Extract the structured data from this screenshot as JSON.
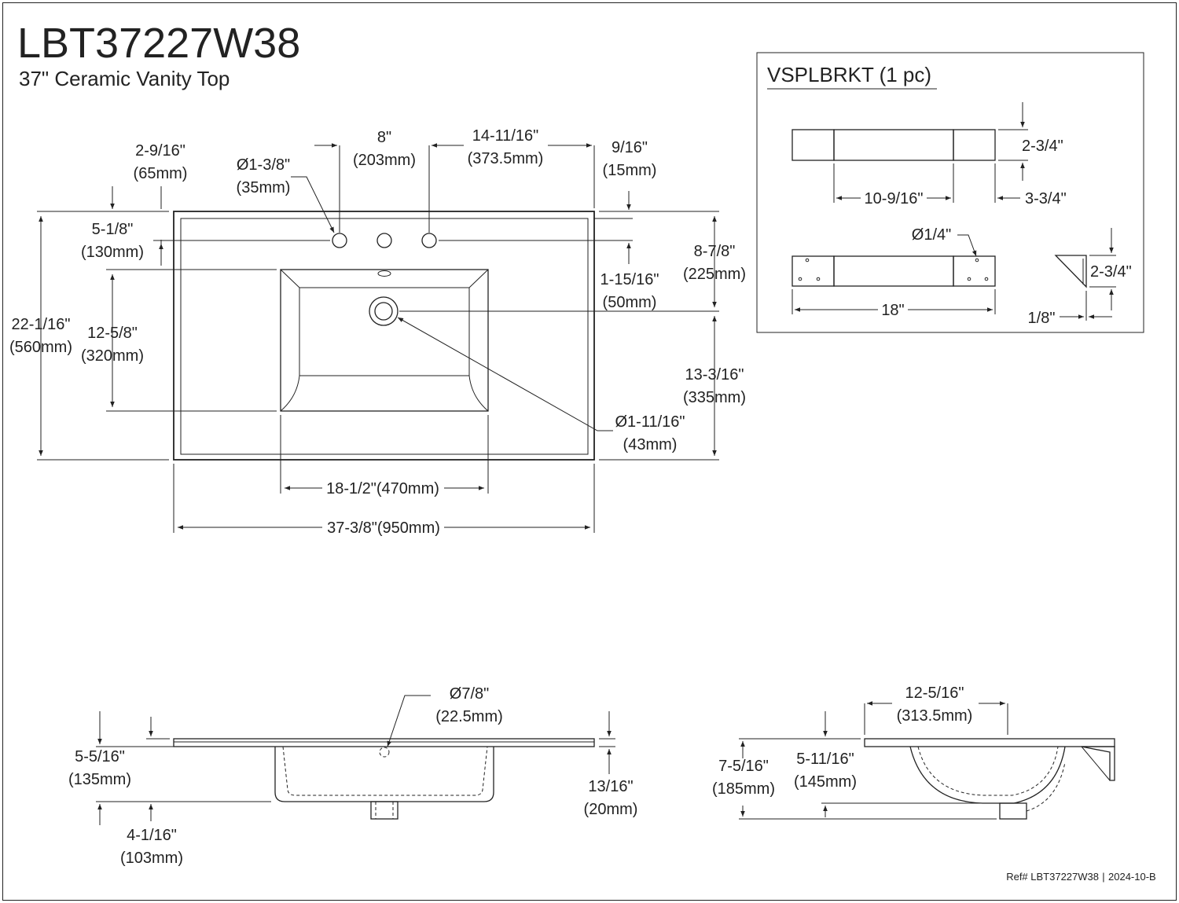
{
  "title": "LBT37227W38",
  "subtitle": "37\" Ceramic Vanity Top",
  "top_view": {
    "d_2_9_16": "2-9/16\"",
    "d_65mm": "(65mm)",
    "d_hole": "Ø1-3/8\"",
    "d_35mm": "(35mm)",
    "d_8": "8\"",
    "d_203mm": "(203mm)",
    "d_14": "14-11/16\"",
    "d_373mm": "(373.5mm)",
    "d_9_16": "9/16\"",
    "d_15mm": "(15mm)",
    "d_5_1_8": "5-1/8\"",
    "d_130mm": "(130mm)",
    "d_8_7_8": "8-7/8\"",
    "d_225mm": "(225mm)",
    "d_1_15": "1-15/16\"",
    "d_50mm": "(50mm)",
    "d_22": "22-1/16\"",
    "d_560mm": "(560mm)",
    "d_12_5_8": "12-5/8\"",
    "d_320mm": "(320mm)",
    "d_13_3_16": "13-3/16\"",
    "d_335mm": "(335mm)",
    "d_drain": "Ø1-11/16\"",
    "d_43mm": "(43mm)",
    "d_bowl_w": "18-1/2\"(470mm)",
    "d_total_w": "37-3/8\"(950mm)"
  },
  "bracket": {
    "title": "VSPLBRKT (1 pc)",
    "d_2_3_4_a": "2-3/4\"",
    "d_10_9_16": "10-9/16\"",
    "d_3_3_4": "3-3/4\"",
    "d_hole": "Ø1/4\"",
    "d_18": "18\"",
    "d_2_3_4_b": "2-3/4\"",
    "d_1_8": "1/8\""
  },
  "front_view": {
    "d_overflow": "Ø7/8\"",
    "d_22mm": "(22.5mm)",
    "d_5_5_16": "5-5/16\"",
    "d_135mm": "(135mm)",
    "d_13_16": "13/16\"",
    "d_20mm": "(20mm)",
    "d_4_1_16": "4-1/16\"",
    "d_103mm": "(103mm)"
  },
  "side_view": {
    "d_12_5_16": "12-5/16\"",
    "d_313mm": "(313.5mm)",
    "d_7_5_16": "7-5/16\"",
    "d_185mm": "(185mm)",
    "d_5_11_16": "5-11/16\"",
    "d_145mm": "(145mm)"
  },
  "ref": "Ref# LBT37227W38",
  "ref_sep": "|",
  "revision": "2024-10-B"
}
